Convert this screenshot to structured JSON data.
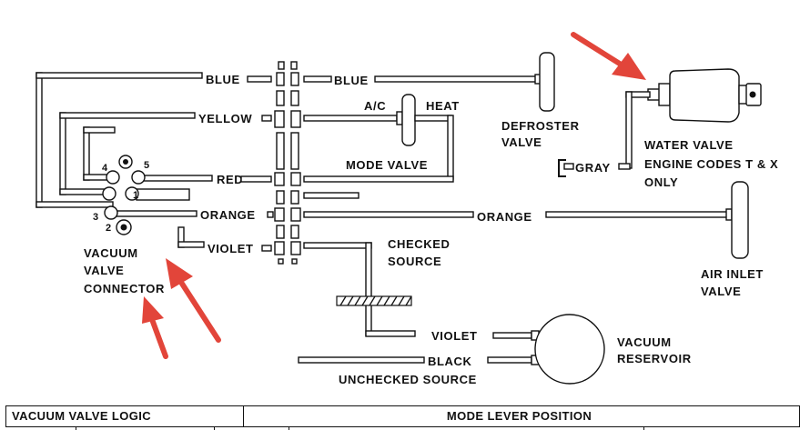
{
  "diagram": {
    "hoses": {
      "blue_left": "BLUE",
      "blue_right": "BLUE",
      "yellow": "YELLOW",
      "red": "RED",
      "orange_left": "ORANGE",
      "orange_right": "ORANGE",
      "violet_left": "VIOLET",
      "violet_reservoir": "VIOLET",
      "black": "BLACK",
      "gray": "GRAY"
    },
    "components": {
      "defroster_valve": [
        "DEFROSTER",
        "VALVE"
      ],
      "mode_valve": "MODE VALVE",
      "mode_ac": "A/C",
      "mode_heat": "HEAT",
      "water_valve": [
        "WATER VALVE",
        "ENGINE CODES T & X",
        "ONLY"
      ],
      "air_inlet_valve": [
        "AIR INLET",
        "VALVE"
      ],
      "checked_source": [
        "CHECKED",
        "SOURCE"
      ],
      "unchecked_source": "UNCHECKED SOURCE",
      "vacuum_reservoir": [
        "VACUUM",
        "RESERVOIR"
      ],
      "vacuum_valve_connector": [
        "VACUUM",
        "VALVE",
        "CONNECTOR"
      ]
    },
    "connector_ports": [
      "1",
      "2",
      "3",
      "4",
      "5"
    ],
    "annotation_arrow_color": "#e2453a"
  },
  "table": {
    "title": "VACUUM VALVE LOGIC",
    "header": "MODE LEVER POSITION"
  }
}
